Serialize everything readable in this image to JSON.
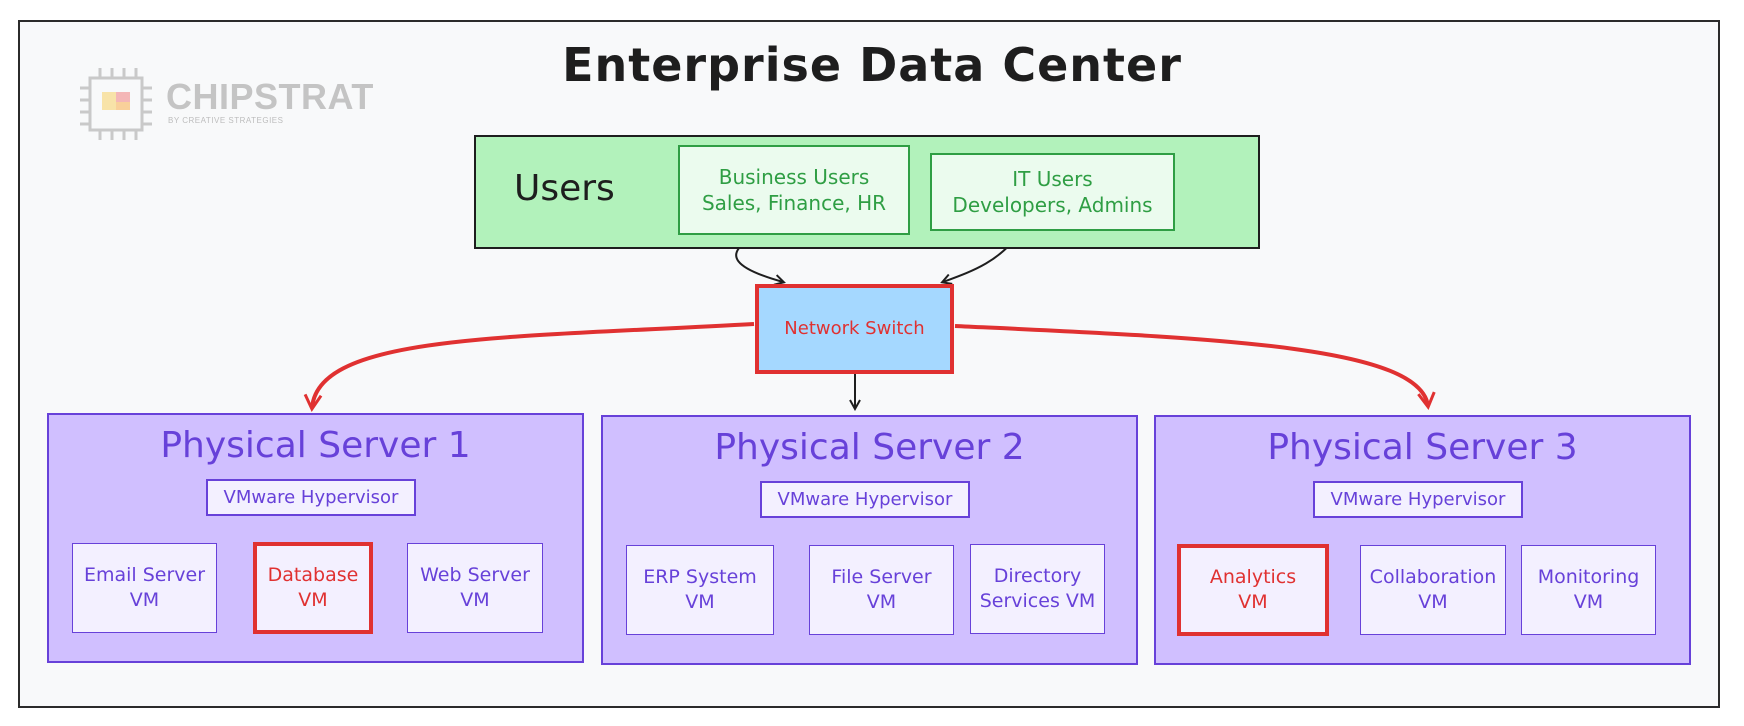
{
  "title": "Enterprise Data Center",
  "logo": {
    "name": "CHIPSTRAT",
    "tagline": "BY CREATIVE STRATEGIES"
  },
  "users": {
    "label": "Users",
    "groups": [
      {
        "line1": "Business Users",
        "line2": "Sales, Finance, HR"
      },
      {
        "line1": "IT Users",
        "line2": "Developers, Admins"
      }
    ]
  },
  "network_switch": "Network Switch",
  "servers": [
    {
      "title": "Physical Server 1",
      "hypervisor": "VMware Hypervisor",
      "vms": [
        {
          "line1": "Email Server",
          "line2": "VM",
          "highlight": false
        },
        {
          "line1": "Database",
          "line2": "VM",
          "highlight": true
        },
        {
          "line1": "Web Server",
          "line2": "VM",
          "highlight": false
        }
      ]
    },
    {
      "title": "Physical Server 2",
      "hypervisor": "VMware Hypervisor",
      "vms": [
        {
          "line1": "ERP System",
          "line2": "VM",
          "highlight": false
        },
        {
          "line1": "File Server",
          "line2": "VM",
          "highlight": false
        },
        {
          "line1": "Directory",
          "line2": "Services VM",
          "highlight": false
        }
      ]
    },
    {
      "title": "Physical Server 3",
      "hypervisor": "VMware Hypervisor",
      "vms": [
        {
          "line1": "Analytics",
          "line2": "VM",
          "highlight": true
        },
        {
          "line1": "Collaboration",
          "line2": "VM",
          "highlight": false
        },
        {
          "line1": "Monitoring",
          "line2": "VM",
          "highlight": false
        }
      ]
    }
  ],
  "colors": {
    "users_fill": "#b2f2bb",
    "users_stroke": "#2f9e44",
    "switch_fill": "#a5d8ff",
    "highlight": "#e03131",
    "server_fill": "#d0bfff",
    "server_stroke": "#6741d9"
  }
}
